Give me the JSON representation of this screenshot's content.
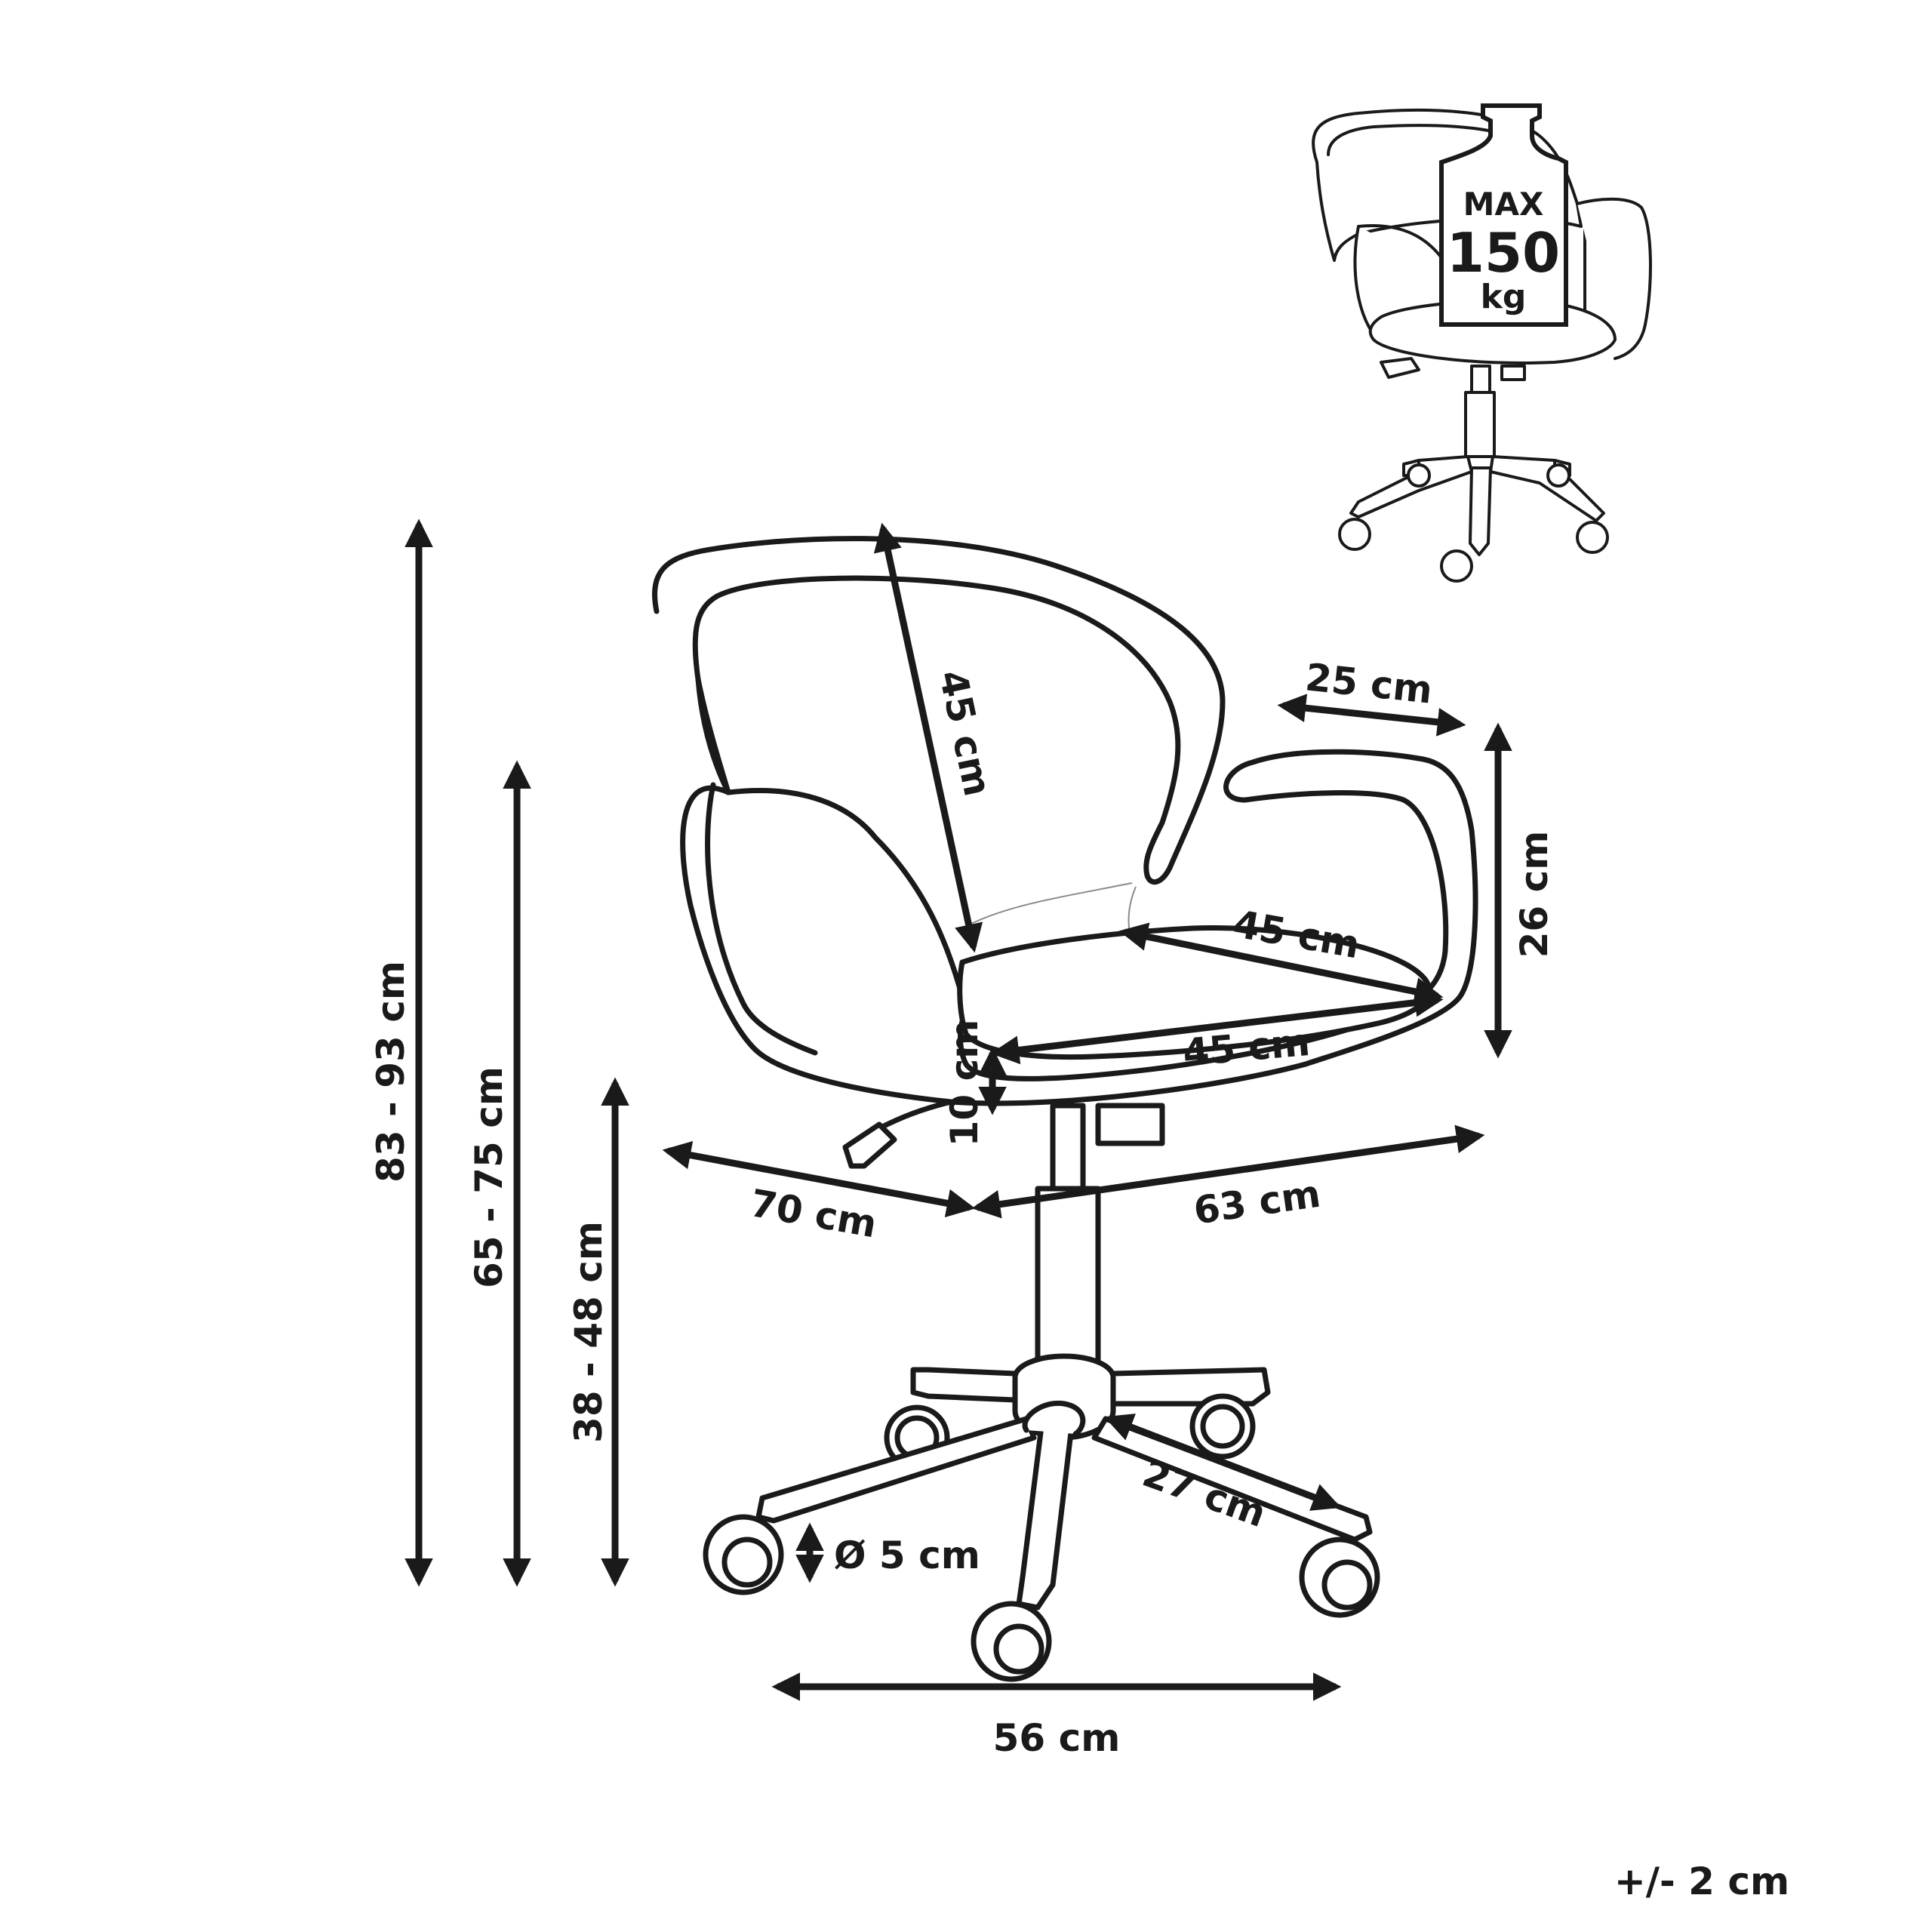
{
  "dimensions": {
    "total_height": "83 - 93 cm",
    "armrest_height": "65 - 75 cm",
    "seat_height": "38 - 48 cm",
    "backrest_height": "45 cm",
    "armrest_width": "25 cm",
    "armrest_side_height": "26 cm",
    "seat_depth": "45 cm",
    "seat_width": "45 cm",
    "seat_thickness": "10 cm",
    "overall_depth": "70 cm",
    "overall_width": "63 cm",
    "base_leg_length": "27 cm",
    "caster_diameter": "Ø 5 cm",
    "base_width": "56 cm",
    "tolerance": "+/- 2 cm"
  },
  "badge": {
    "line1": "MAX",
    "line2": "150",
    "line3": "kg"
  }
}
